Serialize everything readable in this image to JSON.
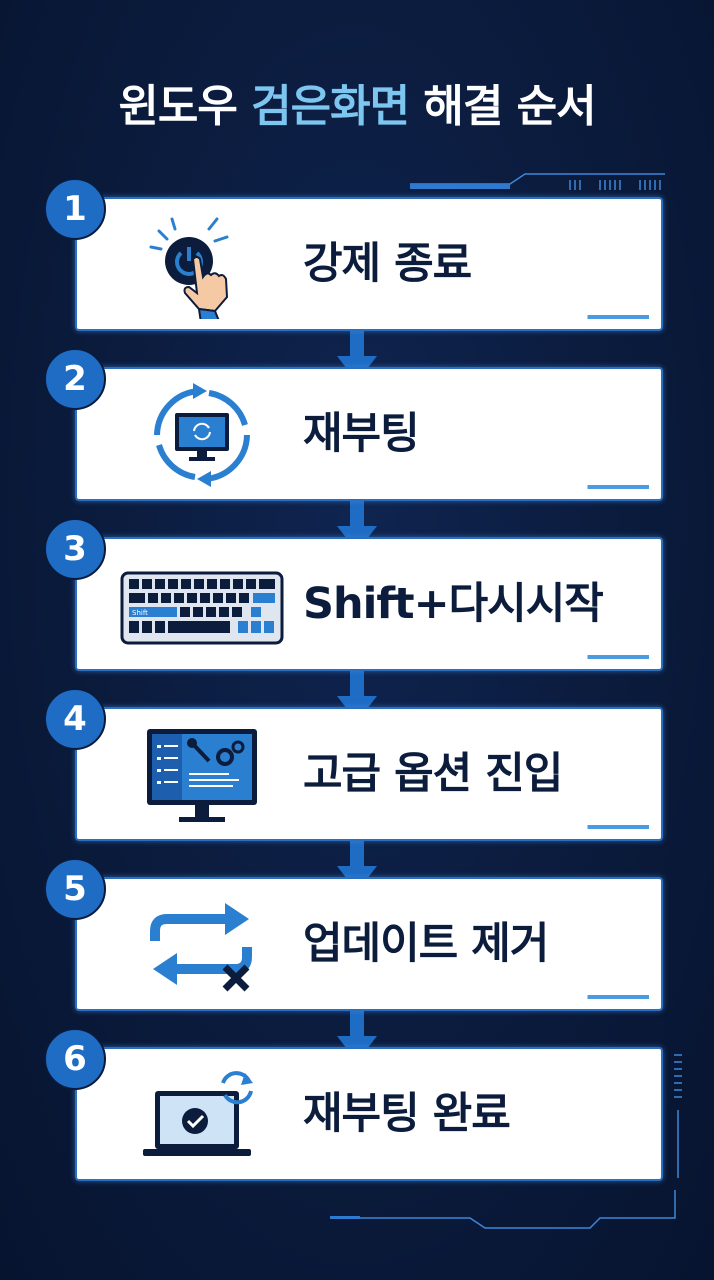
{
  "title": {
    "part1": "윈도우 ",
    "highlight": "검은화면",
    "part2": " 해결 순서"
  },
  "colors": {
    "background": "#0a1a3a",
    "accent": "#1f6cc4",
    "highlight": "#7cc6ef",
    "card": "#ffffff",
    "text": "#0c1c3c"
  },
  "steps": [
    {
      "number": "1",
      "label": "강제 종료",
      "icon": "power-button-press-icon"
    },
    {
      "number": "2",
      "label": "재부팅",
      "icon": "monitor-refresh-icon"
    },
    {
      "number": "3",
      "label": "Shift+다시시작",
      "icon": "keyboard-shift-icon",
      "key_label": "Shift"
    },
    {
      "number": "4",
      "label": "고급 옵션 진입",
      "icon": "monitor-settings-icon"
    },
    {
      "number": "5",
      "label": "업데이트 제거",
      "icon": "update-remove-icon"
    },
    {
      "number": "6",
      "label": "재부팅 완료",
      "icon": "laptop-check-refresh-icon"
    }
  ]
}
